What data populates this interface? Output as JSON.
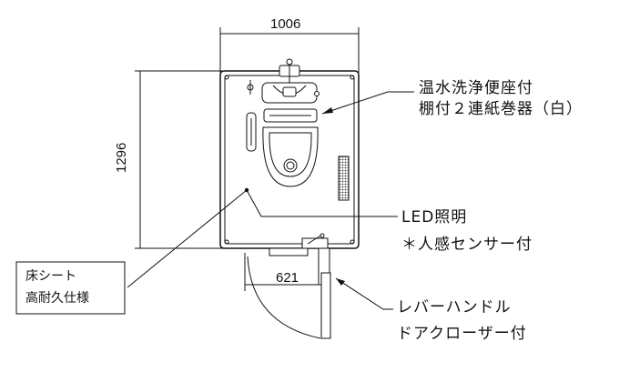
{
  "dimensions": {
    "width": "1006",
    "depth": "1296",
    "door_width": "621"
  },
  "labels": {
    "washlet": "温水洗浄便座付",
    "shelf_paper": "棚付２連紙巻器（白）",
    "led": "LED照明",
    "sensor": "＊人感センサー付",
    "lever": "レバーハンドル",
    "closer": "ドアクローザー付",
    "floor_1": "床シート",
    "floor_2": "高耐久仕様"
  }
}
